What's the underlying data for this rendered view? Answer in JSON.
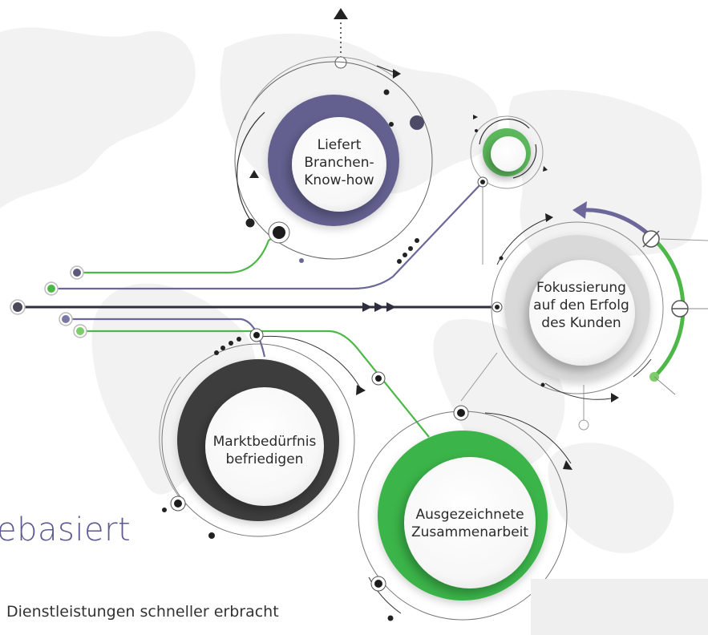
{
  "nodes": [
    {
      "id": "branchen",
      "label_lines": [
        "Liefert",
        "Branchen-",
        "Know-how"
      ],
      "ring_color": "#64608f"
    },
    {
      "id": "fokus",
      "label_lines": [
        "Fokussierung",
        "auf den Erfolg",
        "des Kunden"
      ],
      "ring_color": "#d9d9d9"
    },
    {
      "id": "markt",
      "label_lines": [
        "Marktbedürfnis",
        "befriedigen"
      ],
      "ring_color": "#3d3d3d"
    },
    {
      "id": "zusammen",
      "label_lines": [
        "Ausgezeichnete",
        "Zusammenarbeit"
      ],
      "ring_color": "#3bb44a"
    }
  ],
  "small_ring_color": "#5cb85c",
  "heading_fragment": "ebasiert",
  "body_fragment": "Dienstleistungen schneller erbracht",
  "colors": {
    "purple": "#6b6899",
    "green": "#4db848",
    "dark": "#2e2e3e",
    "line_gray": "#8a8a8a",
    "map": "#f1f1f1"
  }
}
